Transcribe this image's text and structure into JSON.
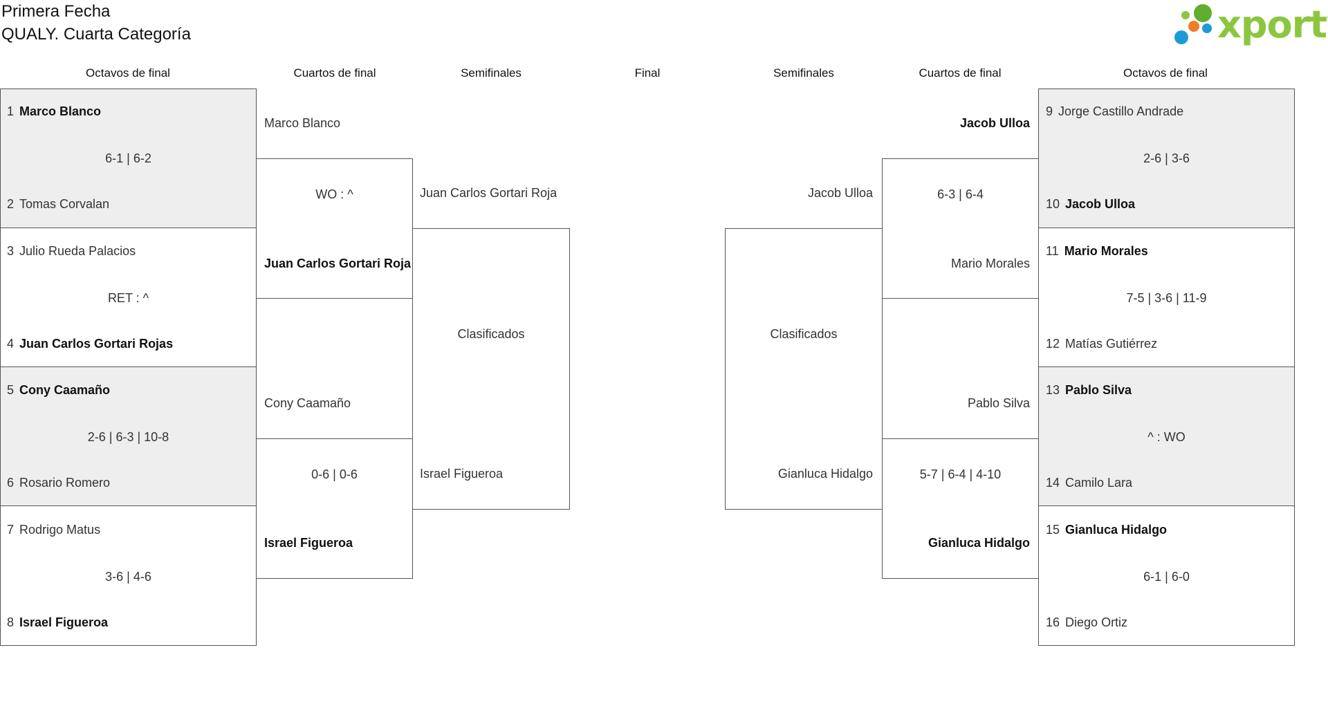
{
  "header": {
    "title_line1": "Primera Fecha",
    "title_line2": "QUALY. Cuarta Categoría",
    "logo_text": "xporty"
  },
  "colors": {
    "logo_green": "#8cc63f",
    "logo_blue": "#1e9bd7",
    "logo_orange": "#f07d24",
    "logo_dark_green": "#5fae2e",
    "shade": "#eeeeee",
    "line": "#555555"
  },
  "columns": {
    "left_r16": "Octavos de final",
    "left_qf": "Cuartos de final",
    "left_sf": "Semifinales",
    "final": "Final",
    "right_sf": "Semifinales",
    "right_qf": "Cuartos de final",
    "right_r16": "Octavos de final"
  },
  "left": {
    "r16": [
      {
        "top_seed": "1",
        "top_name": "Marco Blanco",
        "score": "6-1 | 6-2",
        "bottom_seed": "2",
        "bottom_name": "Tomas Corvalan"
      },
      {
        "top_seed": "3",
        "top_name": "Julio Rueda Palacios",
        "score": "RET : ^",
        "bottom_seed": "4",
        "bottom_name": "Juan Carlos Gortari Rojas"
      },
      {
        "top_seed": "5",
        "top_name": "Cony Caamaño",
        "score": "2-6 | 6-3 | 10-8",
        "bottom_seed": "6",
        "bottom_name": "Rosario Romero"
      },
      {
        "top_seed": "7",
        "top_name": "Rodrigo Matus",
        "score": "3-6 | 4-6",
        "bottom_seed": "8",
        "bottom_name": "Israel Figueroa"
      }
    ],
    "qf": [
      {
        "top_name": "Marco Blanco",
        "score": "WO : ^",
        "bottom_name": "Juan Carlos Gortari Roja"
      },
      {
        "top_name": "Cony Caamaño",
        "score": "0-6 | 0-6",
        "bottom_name": "Israel Figueroa"
      }
    ],
    "sf": {
      "top_name": "Juan Carlos Gortari Roja",
      "label": "Clasificados",
      "bottom_name": "Israel Figueroa"
    }
  },
  "right": {
    "r16": [
      {
        "top_seed": "9",
        "top_name": "Jorge Castillo Andrade",
        "score": "2-6 | 3-6",
        "bottom_seed": "10",
        "bottom_name": "Jacob Ulloa"
      },
      {
        "top_seed": "11",
        "top_name": "Mario Morales",
        "score": "7-5 | 3-6 | 11-9",
        "bottom_seed": "12",
        "bottom_name": "Matías Gutiérrez"
      },
      {
        "top_seed": "13",
        "top_name": "Pablo Silva",
        "score": "^ : WO",
        "bottom_seed": "14",
        "bottom_name": "Camilo Lara"
      },
      {
        "top_seed": "15",
        "top_name": "Gianluca Hidalgo",
        "score": "6-1 | 6-0",
        "bottom_seed": "16",
        "bottom_name": "Diego Ortiz"
      }
    ],
    "qf": [
      {
        "top_name": "Jacob Ulloa",
        "score": "6-3 | 6-4",
        "bottom_name": "Mario Morales"
      },
      {
        "top_name": "Pablo Silva",
        "score": "5-7 | 6-4 | 4-10",
        "bottom_name": "Gianluca Hidalgo"
      }
    ],
    "sf": {
      "top_name": "Jacob Ulloa",
      "label": "Clasificados",
      "bottom_name": "Gianluca Hidalgo"
    }
  }
}
